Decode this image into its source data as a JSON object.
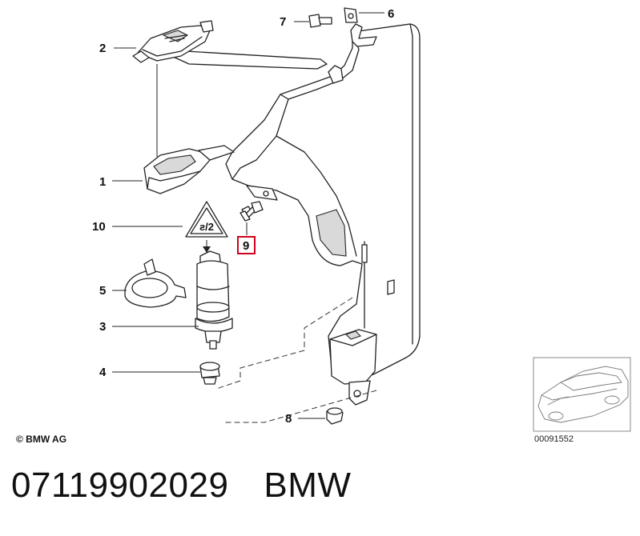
{
  "diagram": {
    "callouts": [
      {
        "id": "1",
        "label": "1"
      },
      {
        "id": "2",
        "label": "2"
      },
      {
        "id": "3",
        "label": "3"
      },
      {
        "id": "4",
        "label": "4"
      },
      {
        "id": "5",
        "label": "5"
      },
      {
        "id": "6",
        "label": "6"
      },
      {
        "id": "7",
        "label": "7"
      },
      {
        "id": "8",
        "label": "8"
      },
      {
        "id": "9",
        "label": "9",
        "highlighted": true
      },
      {
        "id": "10",
        "label": "10"
      }
    ],
    "copyright": "© BMW AG",
    "image_number": "00091552",
    "highlight_color": "#d0021b"
  },
  "footer": {
    "part_number": "07119902029",
    "brand": "BMW"
  }
}
